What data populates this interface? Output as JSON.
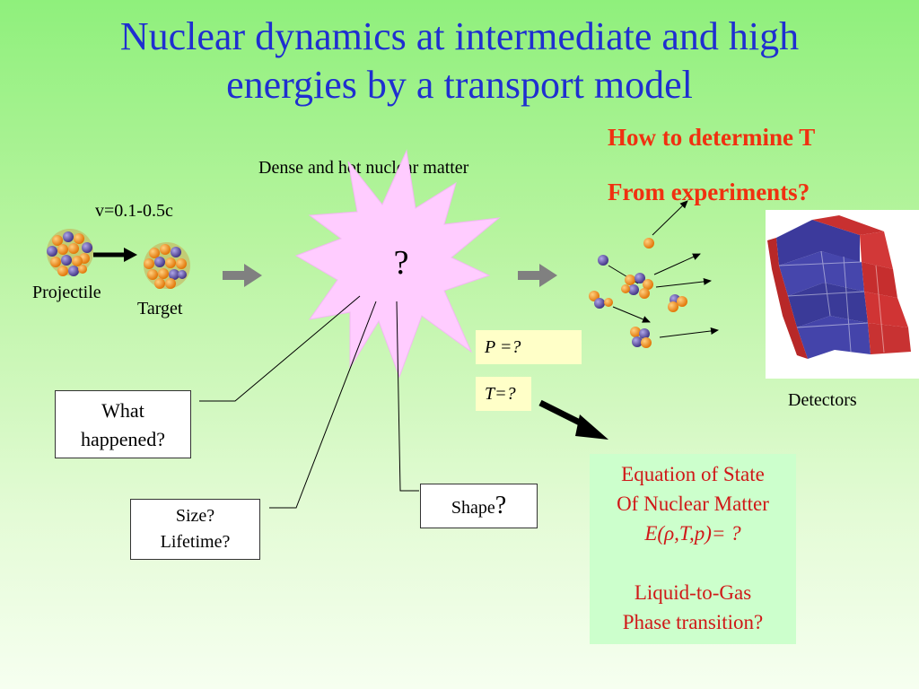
{
  "title": {
    "line1": "Nuclear dynamics at intermediate and high",
    "line2": "energies by a transport model"
  },
  "question_T": "How to determine T",
  "question_exp": "From experiments?",
  "dense_label": "Dense and hot nuclear matter",
  "velocity_label": "v=0.1-0.5c",
  "projectile_label": "Projectile",
  "target_label": "Target",
  "star_symbol": "?",
  "p_box": "P =?",
  "t_box": "T=?",
  "detectors_label": "Detectors",
  "what_box": {
    "line1": "What",
    "line2": "happened?"
  },
  "size_box": {
    "line1": "Size?",
    "line2": "Lifetime?"
  },
  "shape_box": {
    "text": "Shape",
    "q": "?"
  },
  "eos_box": {
    "line1": "Equation of State",
    "line2": "Of Nuclear Matter",
    "line3": "E(ρ,T,p)= ?",
    "line4": "Liquid-to-Gas",
    "line5": "Phase transition?"
  },
  "colors": {
    "title_blue": "#1f2fd0",
    "question_red": "#f03010",
    "eos_red": "#d01818",
    "star_pink": "#ffccff",
    "nucleon_orange": "#f08a10",
    "nucleon_purple": "#6a5aa8"
  }
}
